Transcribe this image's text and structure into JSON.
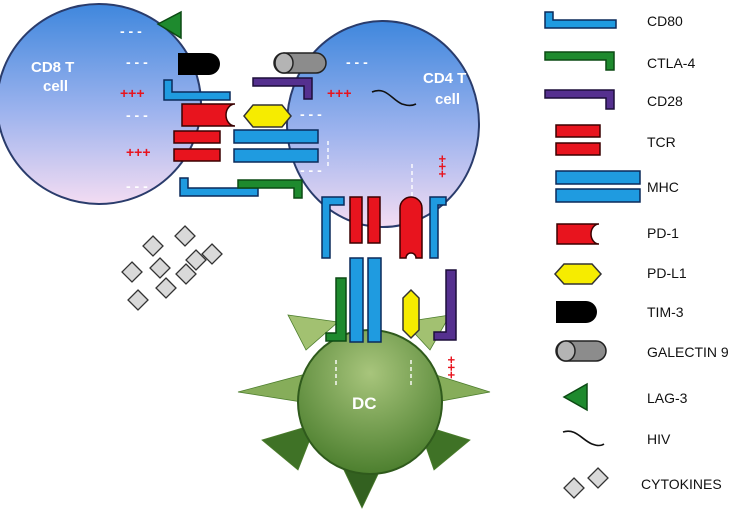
{
  "cells": {
    "cd8": {
      "label_line1": "CD8 T",
      "label_line2": "cell"
    },
    "cd4": {
      "label_line1": "CD4 T",
      "label_line2": "cell"
    },
    "dc": {
      "label": "DC"
    }
  },
  "marks": {
    "negative": "- - -",
    "positive": "+++"
  },
  "legend": [
    {
      "label": "CD80",
      "icon": "cd80-receptor-icon"
    },
    {
      "label": "CTLA-4",
      "icon": "ctla4-receptor-icon"
    },
    {
      "label": "CD28",
      "icon": "cd28-receptor-icon"
    },
    {
      "label": "TCR",
      "icon": "tcr-icon"
    },
    {
      "label": "MHC",
      "icon": "mhc-icon"
    },
    {
      "label": "PD-1",
      "icon": "pd1-icon"
    },
    {
      "label": "PD-L1",
      "icon": "pdl1-icon"
    },
    {
      "label": "TIM-3",
      "icon": "tim3-icon"
    },
    {
      "label": "GALECTIN 9",
      "icon": "galectin9-icon"
    },
    {
      "label": "LAG-3",
      "icon": "lag3-icon"
    },
    {
      "label": "HIV",
      "icon": "hiv-icon"
    },
    {
      "label": "CYTOKINES",
      "icon": "cytokines-icon"
    }
  ],
  "colors": {
    "cd80": "#1f9be0",
    "ctla4": "#1e8a2e",
    "cd28": "#55308f",
    "tcr": "#e8141e",
    "pdl1": "#f6ec00",
    "tim3": "#000000",
    "galectin9": "#8c8c8c",
    "lag3": "#1e8a2e",
    "cytokine": "#d9d9d9",
    "positive_mark": "#e8141e"
  }
}
